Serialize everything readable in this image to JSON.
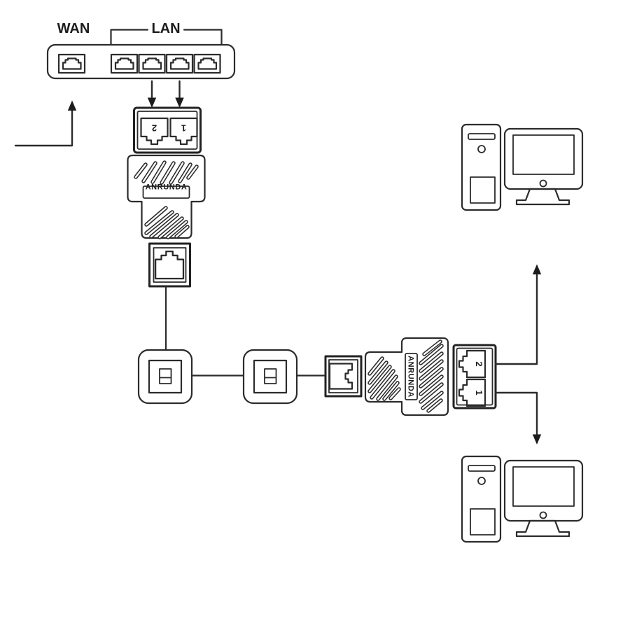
{
  "diagram": {
    "colors": {
      "background": "#ffffff",
      "line": "#2b2b2b",
      "text": "#1c1c1c"
    },
    "router": {
      "wan_label": "WAN",
      "lan_label": "LAN",
      "wan_port_count": 1,
      "lan_port_count": 4
    },
    "splitter_top": {
      "brand": "ANRUNDA",
      "port_left_label": "2",
      "port_right_label": "1"
    },
    "splitter_right": {
      "brand": "ANRUNDA",
      "port_top_label": "2",
      "port_bottom_label": "1"
    },
    "components": [
      "router-port-panel",
      "arrow-to-wan-uplink",
      "dual-rj45-jack-top",
      "splitter-adapter-top",
      "single-rj45-jack",
      "wall-plate-left",
      "wall-plate-right",
      "rj45-coupler",
      "splitter-adapter-right",
      "dual-rj45-jack-right",
      "desktop-computer-top",
      "desktop-computer-bottom"
    ]
  }
}
